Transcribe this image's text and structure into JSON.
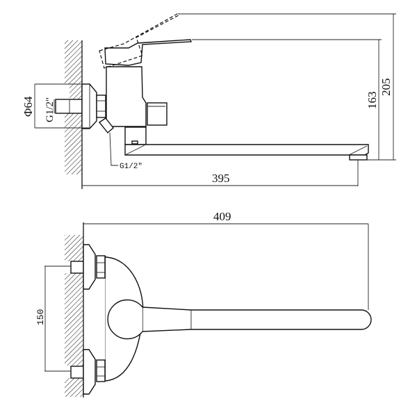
{
  "drawing": {
    "side_view": {
      "flange_diameter_label": "Φ64",
      "thread_label_wall": "G1/2\"",
      "thread_label_outlet": "G1/2\"",
      "spout_reach_label": "395",
      "spout_height_label": "163",
      "total_height_label": "205"
    },
    "top_view": {
      "total_length_label": "409",
      "center_distance_label": "150"
    }
  }
}
